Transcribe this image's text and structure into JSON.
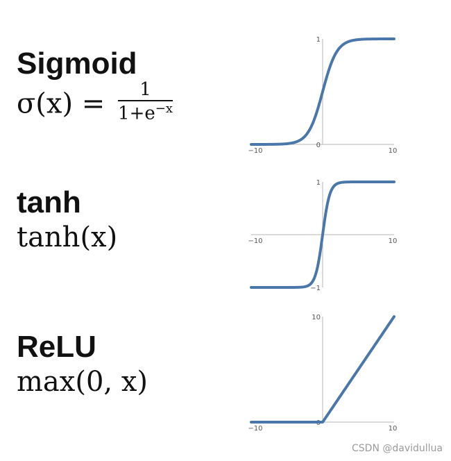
{
  "chart_data": [
    {
      "type": "line",
      "title": "Sigmoid",
      "formula": {
        "lhs": "σ(x) =",
        "num": "1",
        "den_base": "1+e",
        "den_exp": "−x"
      },
      "function": "sigmoid",
      "xlim": [
        -10,
        10
      ],
      "ylim": [
        0,
        1
      ],
      "x_tick_labels": [
        "−10",
        "10"
      ],
      "y_tick_labels": [
        "1",
        "0"
      ],
      "series": [
        {
          "x": [
            -10,
            -6,
            -4,
            -3,
            -2,
            -1,
            0,
            1,
            2,
            3,
            4,
            6,
            10
          ],
          "values": [
            0.0,
            0.0025,
            0.018,
            0.047,
            0.119,
            0.269,
            0.5,
            0.731,
            0.881,
            0.953,
            0.982,
            0.9975,
            1.0
          ]
        }
      ],
      "color": "#4a77aa"
    },
    {
      "type": "line",
      "title": "tanh",
      "formula": {
        "text": "tanh(x)"
      },
      "function": "tanh",
      "xlim": [
        -10,
        10
      ],
      "ylim": [
        -1,
        1
      ],
      "x_tick_labels": [
        "−10",
        "10"
      ],
      "y_tick_labels": [
        "1",
        "−1"
      ],
      "series": [
        {
          "x": [
            -10,
            -3,
            -2,
            -1,
            -0.5,
            0,
            0.5,
            1,
            2,
            3,
            10
          ],
          "values": [
            -1,
            -0.995,
            -0.964,
            -0.762,
            -0.462,
            0,
            0.462,
            0.762,
            0.964,
            0.995,
            1
          ]
        }
      ],
      "color": "#4a77aa"
    },
    {
      "type": "line",
      "title": "ReLU",
      "formula": {
        "text": "max(0, x)"
      },
      "function": "relu",
      "xlim": [
        -10,
        10
      ],
      "ylim": [
        0,
        10
      ],
      "x_tick_labels": [
        "−10",
        "10"
      ],
      "y_tick_labels": [
        "10",
        "0"
      ],
      "series": [
        {
          "x": [
            -10,
            0,
            10
          ],
          "values": [
            0,
            0,
            10
          ]
        }
      ],
      "color": "#4a77aa"
    }
  ],
  "watermark": "CSDN @davidullua"
}
